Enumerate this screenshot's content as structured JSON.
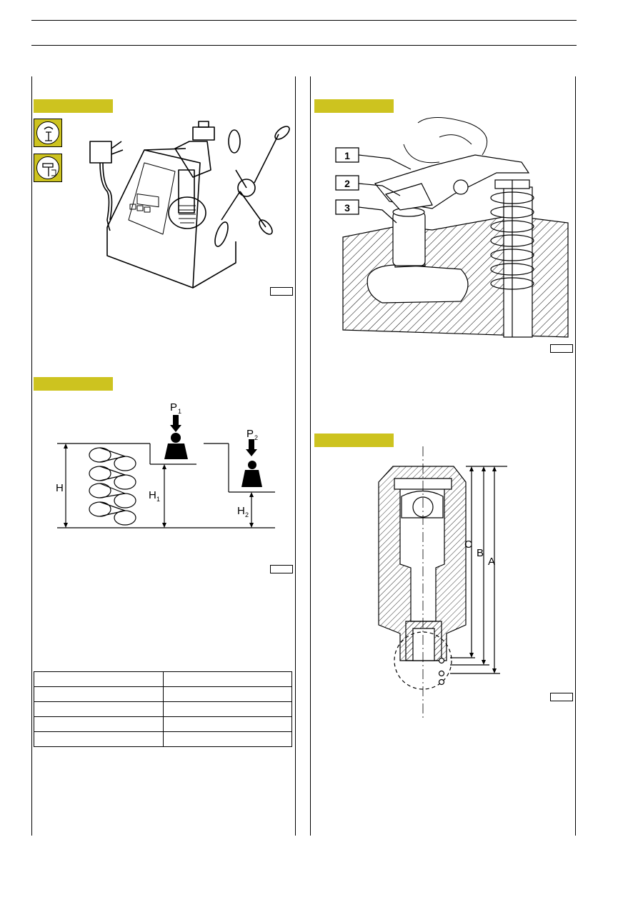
{
  "diagram_labels": {
    "spring": {
      "h": "H",
      "h1": "H",
      "h1_sub": "1",
      "h2": "H",
      "h2_sub": "2",
      "p1": "P",
      "p1_sub": "1",
      "p2": "P",
      "p2_sub": "2"
    },
    "rocker_callouts": [
      "1",
      "2",
      "3"
    ],
    "tappet_dims": {
      "a": "A",
      "b": "B",
      "c": "C"
    }
  },
  "spec_table": {
    "rows": [
      [
        "",
        ""
      ],
      [
        "",
        ""
      ],
      [
        "",
        ""
      ],
      [
        "",
        ""
      ],
      [
        "",
        ""
      ]
    ]
  },
  "colors": {
    "tag_accent": "#cdc31f",
    "line": "#000000"
  },
  "icons": [
    "tester-tool-icon",
    "hammer-tool-icon"
  ]
}
